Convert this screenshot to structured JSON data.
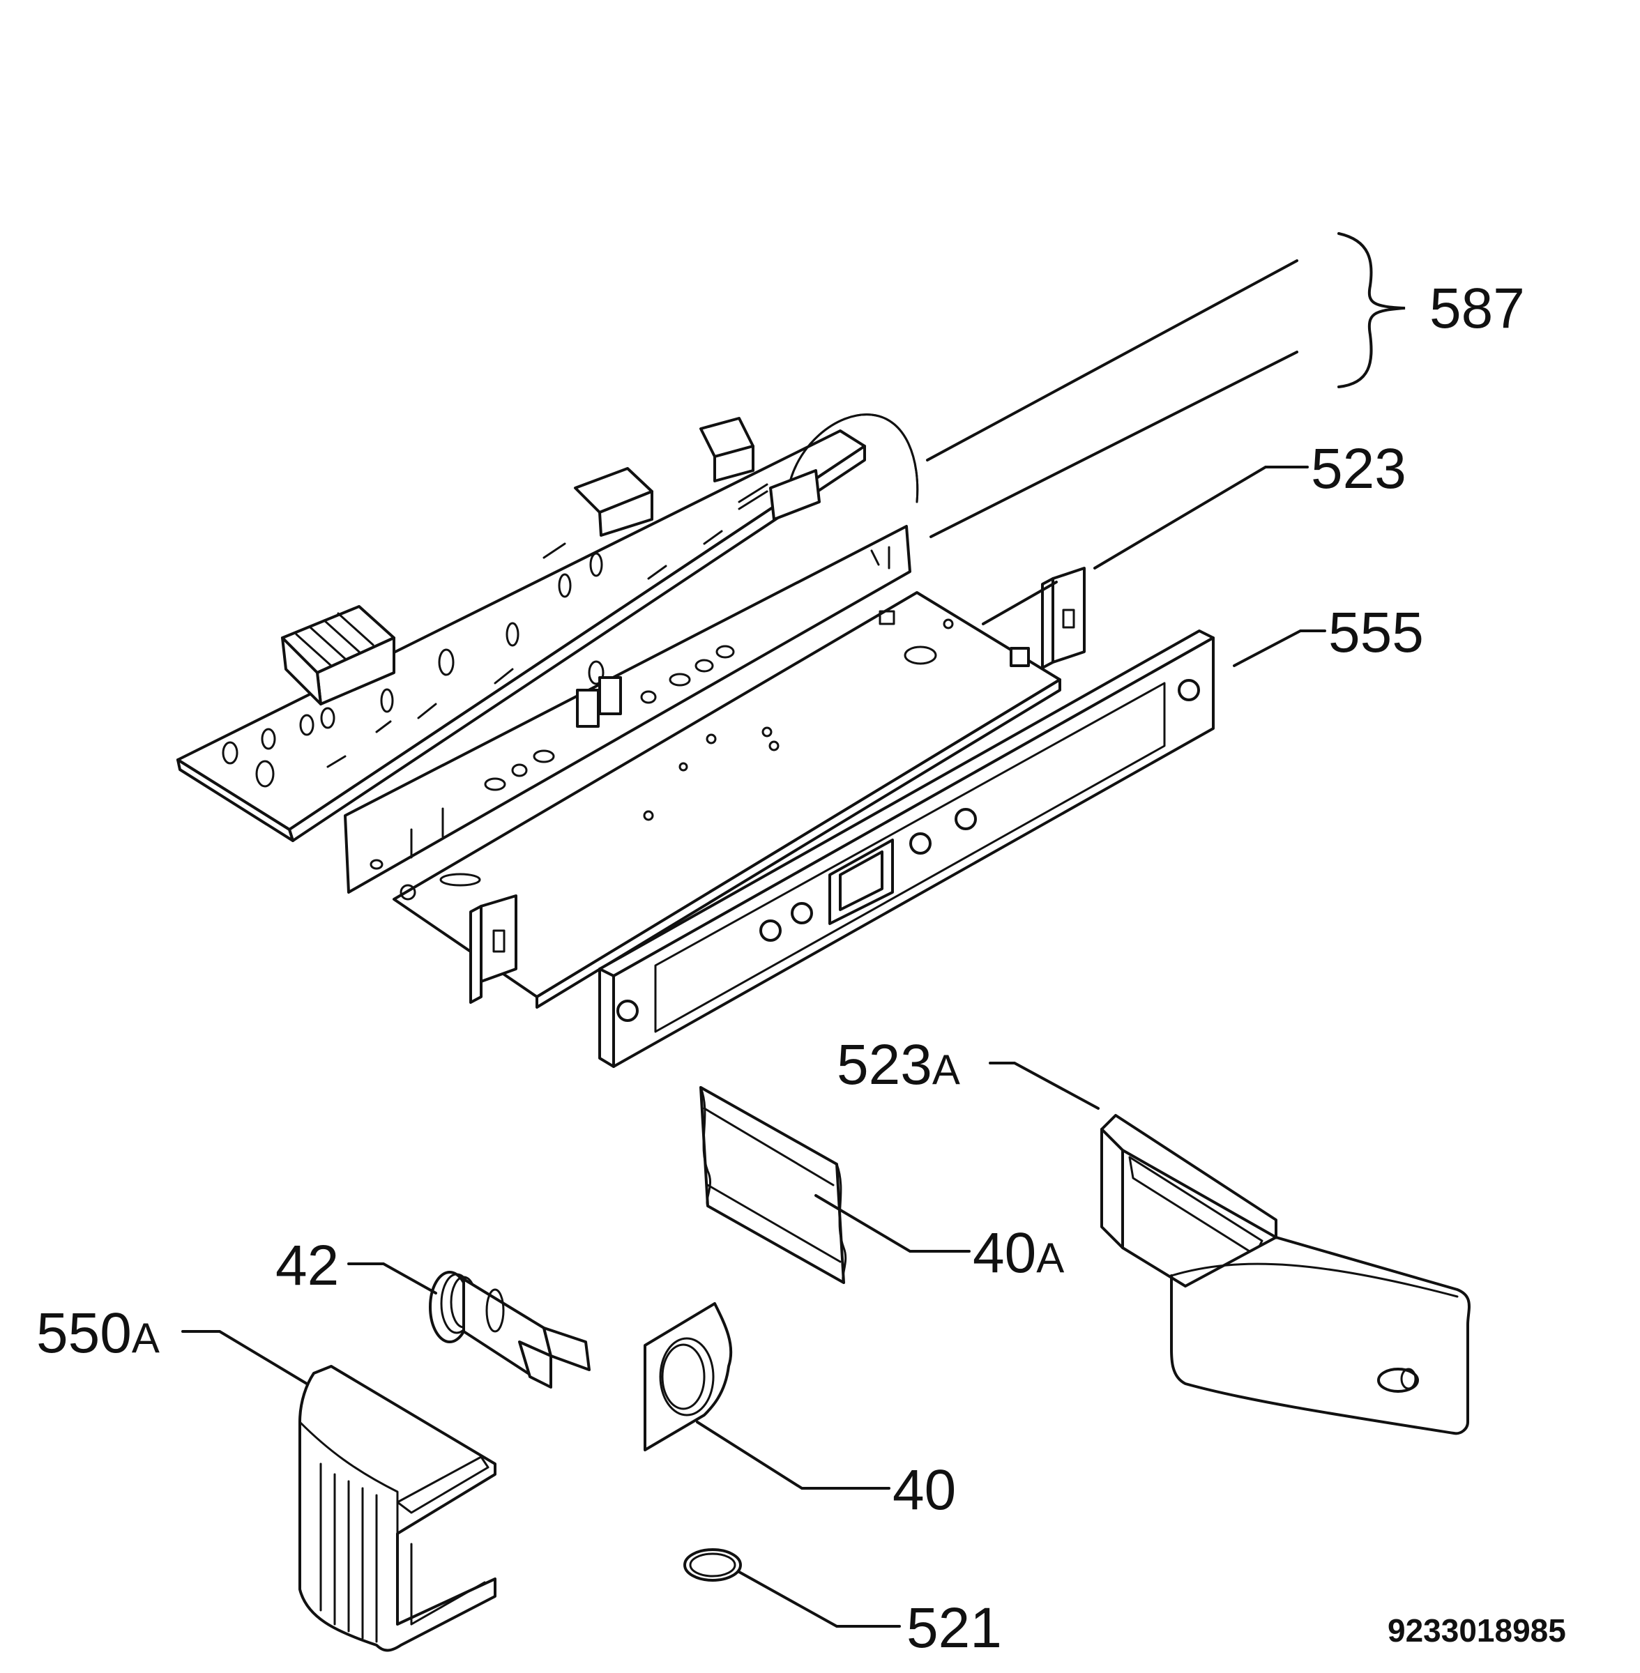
{
  "callouts": {
    "c587": {
      "number": "587",
      "suffix": ""
    },
    "c523": {
      "number": "523",
      "suffix": ""
    },
    "c555": {
      "number": "555",
      "suffix": ""
    },
    "c523a": {
      "number": "523",
      "suffix": "A"
    },
    "c40a": {
      "number": "40",
      "suffix": "A"
    },
    "c42": {
      "number": "42",
      "suffix": ""
    },
    "c550a": {
      "number": "550",
      "suffix": "A"
    },
    "c40": {
      "number": "40",
      "suffix": ""
    },
    "c521": {
      "number": "521",
      "suffix": ""
    }
  },
  "document_number": "9233018985"
}
